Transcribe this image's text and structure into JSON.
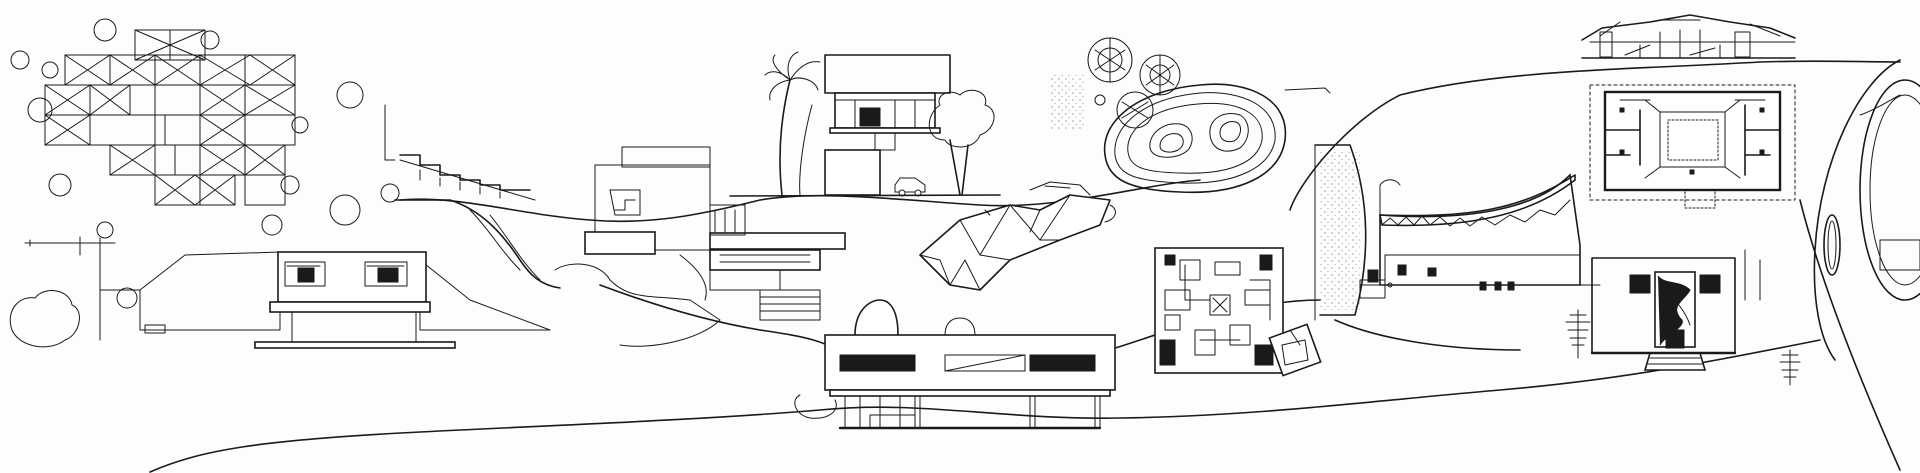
{
  "artwork": {
    "medium": "pen-and-ink-drawing",
    "palette": {
      "ink": "#1a1a1a",
      "paper": "#fdfdfc"
    },
    "elements": [
      "grid-plan-with-trees",
      "cliff-house-with-staircase",
      "stone-tower-house",
      "tropical-palm-house",
      "faceted-roof-pavilion",
      "contour-pond-with-trees",
      "villa-on-pilotis",
      "courtyard-block-plan",
      "curved-roof-chapel",
      "pitched-roof-section",
      "courtyard-house-plan",
      "brick-facade-with-mural",
      "arched-circular-opening"
    ]
  }
}
